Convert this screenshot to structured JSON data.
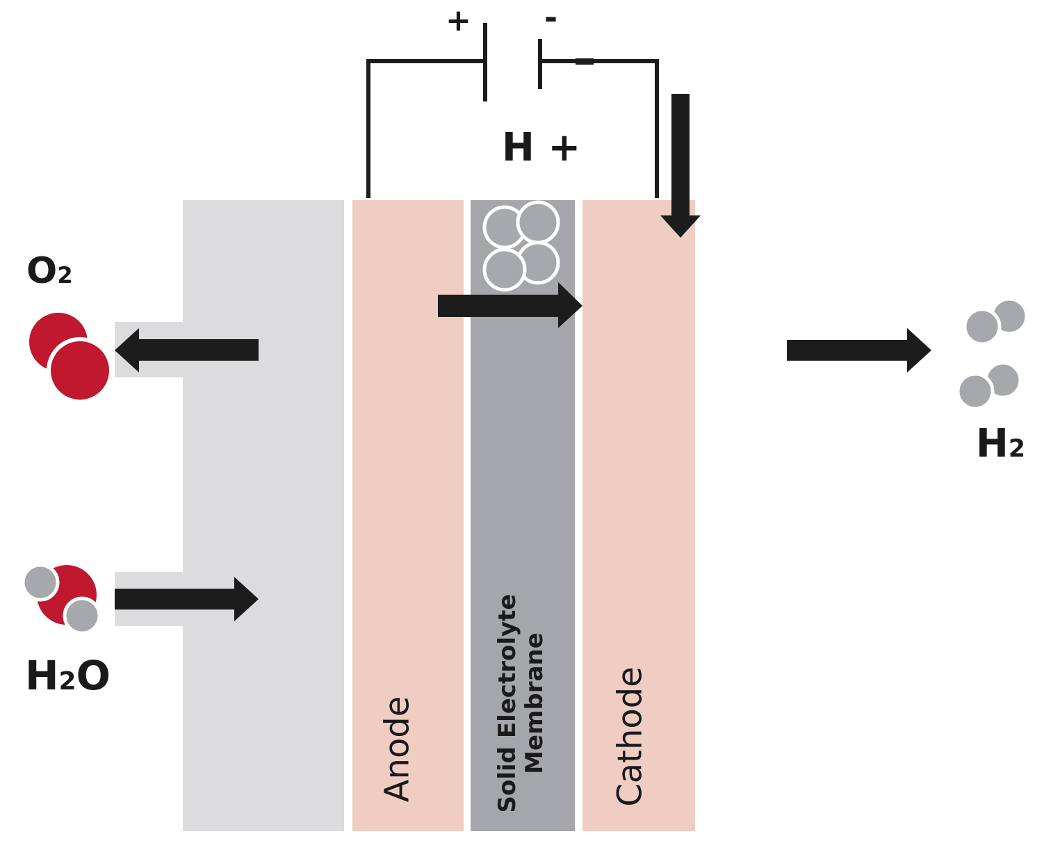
{
  "labels": {
    "plus": "+",
    "minus": "-",
    "h_plus": "H +",
    "o2": {
      "main": "O",
      "sub": "2"
    },
    "h2": {
      "main": "H",
      "sub": "2"
    },
    "h2o": {
      "main": "H",
      "sub": "2",
      "tail": "O"
    },
    "anode": "Anode",
    "cathode": "Cathode",
    "membrane_line1": "Solid Electrolyte",
    "membrane_line2": "Membrane"
  },
  "colors": {
    "gas_layer": "#dcdcde",
    "electrode": "#f0cdc2",
    "membrane": "#a4a6aa",
    "arrow": "#1c1c1c",
    "oxygen_atom": "#c0182e",
    "hydrogen_atom": "#a6a8ab",
    "wire": "#1c1c1c"
  }
}
